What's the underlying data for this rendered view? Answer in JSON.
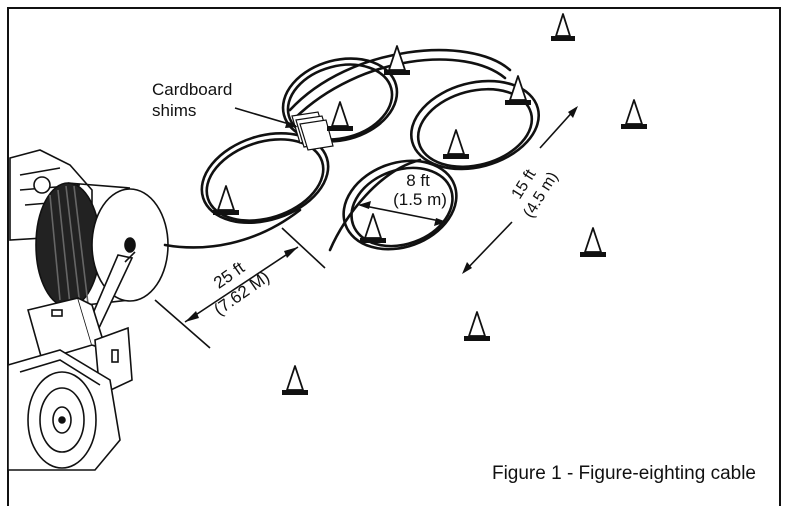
{
  "labels": {
    "shims_line1": "Cardboard",
    "shims_line2": "shims",
    "dim_25_line1": "25 ft",
    "dim_25_line2": "(7.62 M)",
    "dim_8_line1": "8 ft",
    "dim_8_line2": "(1.5 m)",
    "dim_15_line1": "15 ft",
    "dim_15_line2": "(4.5 m)"
  },
  "caption": "Figure 1 - Figure-eighting cable",
  "icons": [
    "traffic-cone-icon",
    "cable-reel-icon",
    "utility-truck-icon",
    "double-arrow-icon"
  ]
}
